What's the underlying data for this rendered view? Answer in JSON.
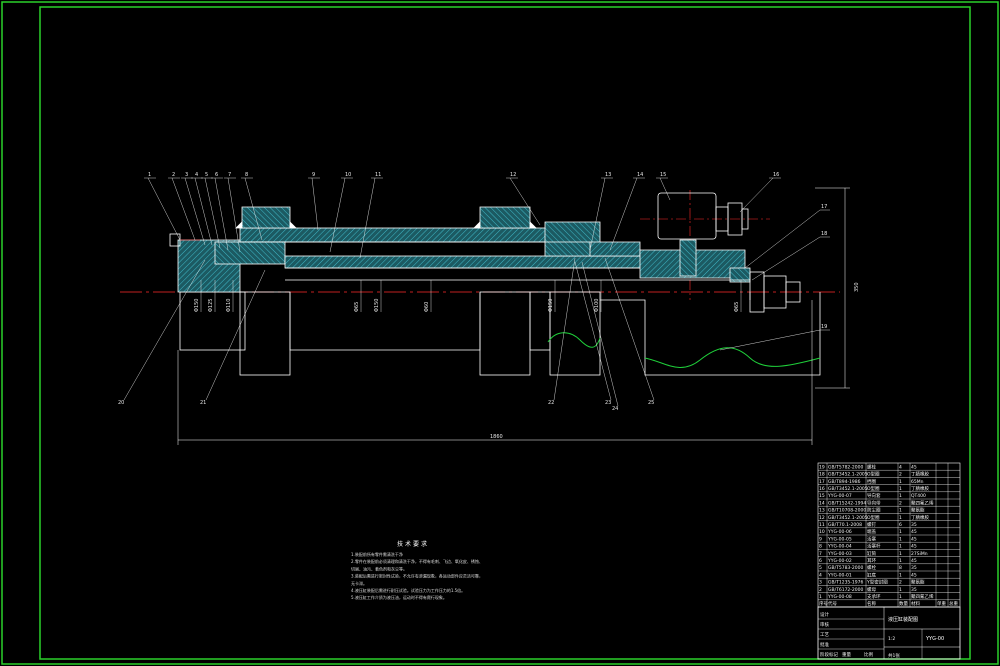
{
  "colors": {
    "background": "#000000",
    "frame": "#2bd12b",
    "outline": "#ffffff",
    "hatch": "#3fb8c8",
    "section_fill": "#22666f",
    "centerline": "#ff2a2a",
    "dimension": "#ffffff",
    "hydraulic_break": "#1fcf3a"
  },
  "balloons_top": [
    "1",
    "2",
    "3",
    "4",
    "5",
    "6",
    "7",
    "8",
    "9",
    "10",
    "11",
    "12",
    "13",
    "14",
    "15",
    "16"
  ],
  "balloons_right": [
    "17",
    "18",
    "19"
  ],
  "balloons_bottom": [
    "20",
    "21",
    "22",
    "23",
    "24",
    "25"
  ],
  "dimensions": {
    "overall_length": "1860",
    "overall_height": "350",
    "diameters": [
      "Φ150",
      "Φ125",
      "Φ110",
      "Φ65",
      "Φ150",
      "Φ60",
      "Φ150",
      "Φ100",
      "Φ65"
    ]
  },
  "notes": {
    "title": "技术要求",
    "lines": [
      "1.装配前所有零件需清洗干净",
      "2.零件在装配前必须清理和清洗干净，不得有毛刺、飞边、氧化皮、锈蚀、",
      "切屑、油污、着色剂和灰尘等。",
      "3.装配后需进行密封性试验，不允许有渗漏现象，各运动部件应灵活可靠，",
      "无卡滞。",
      "4.液压缸装配后需进行耐压试验。试验压力为工作压力的1.5倍。",
      "5.液压缸工作介质为液压油，运动时不得有爬行现象。"
    ]
  },
  "parts_list": {
    "rows": [
      [
        "19",
        "GB/T5782-2000",
        "螺栓",
        "4",
        "45",
        "",
        ""
      ],
      [
        "18",
        "GB/T3452.1-2005",
        "O型圈",
        "2",
        "丁腈橡胶",
        "",
        ""
      ],
      [
        "17",
        "GB/T894-1986",
        "挡圈",
        "1",
        "65Mn",
        "",
        ""
      ],
      [
        "16",
        "GB/T3452.1-2005",
        "O型圈",
        "1",
        "丁腈橡胶",
        "",
        ""
      ],
      [
        "15",
        "YYG-00-07",
        "导向套",
        "1",
        "QT400",
        "",
        ""
      ],
      [
        "14",
        "GB/T15242-1994",
        "导向带",
        "2",
        "聚四氟乙烯",
        "",
        ""
      ],
      [
        "13",
        "GB/T10708-2000",
        "防尘圈",
        "1",
        "聚氨酯",
        "",
        ""
      ],
      [
        "12",
        "GB/T3452.1-2005",
        "O型圈",
        "1",
        "丁腈橡胶",
        "",
        ""
      ],
      [
        "11",
        "GB/T70.1-2008",
        "螺钉",
        "6",
        "35",
        "",
        ""
      ],
      [
        "10",
        "YYG-00-06",
        "端盖",
        "1",
        "45",
        "",
        ""
      ],
      [
        "9",
        "YYG-00-05",
        "活塞",
        "1",
        "45",
        "",
        ""
      ],
      [
        "8",
        "YYG-00-04",
        "活塞杆",
        "1",
        "45",
        "",
        ""
      ],
      [
        "7",
        "YYG-00-03",
        "缸筒",
        "1",
        "27SiMn",
        "",
        ""
      ],
      [
        "6",
        "YYG-00-02",
        "耳环",
        "1",
        "45",
        "",
        ""
      ],
      [
        "5",
        "GB/T5783-2000",
        "螺栓",
        "8",
        "35",
        "",
        ""
      ],
      [
        "4",
        "YYG-00-01",
        "缸底",
        "1",
        "45",
        "",
        ""
      ],
      [
        "3",
        "GB/T1235-1976",
        "Y型密封圈",
        "2",
        "聚氨酯",
        "",
        ""
      ],
      [
        "2",
        "GB/T6172-2000",
        "螺母",
        "1",
        "35",
        "",
        ""
      ],
      [
        "1",
        "YYG-00-08",
        "支承环",
        "1",
        "聚四氟乙烯",
        "",
        ""
      ]
    ],
    "header": [
      "序号",
      "代号",
      "名称",
      "数量",
      "材料",
      "单重",
      "总重"
    ],
    "header_extra": "备注"
  },
  "title_block": {
    "drawing_title": "液压缸装配图",
    "scale": "1:2",
    "drawing_no": "YYG-00",
    "sheet": "共1张",
    "material": "",
    "labels": [
      "设计",
      "审核",
      "工艺",
      "批准"
    ],
    "footer": [
      "阶段标记",
      "重量",
      "比例"
    ]
  }
}
